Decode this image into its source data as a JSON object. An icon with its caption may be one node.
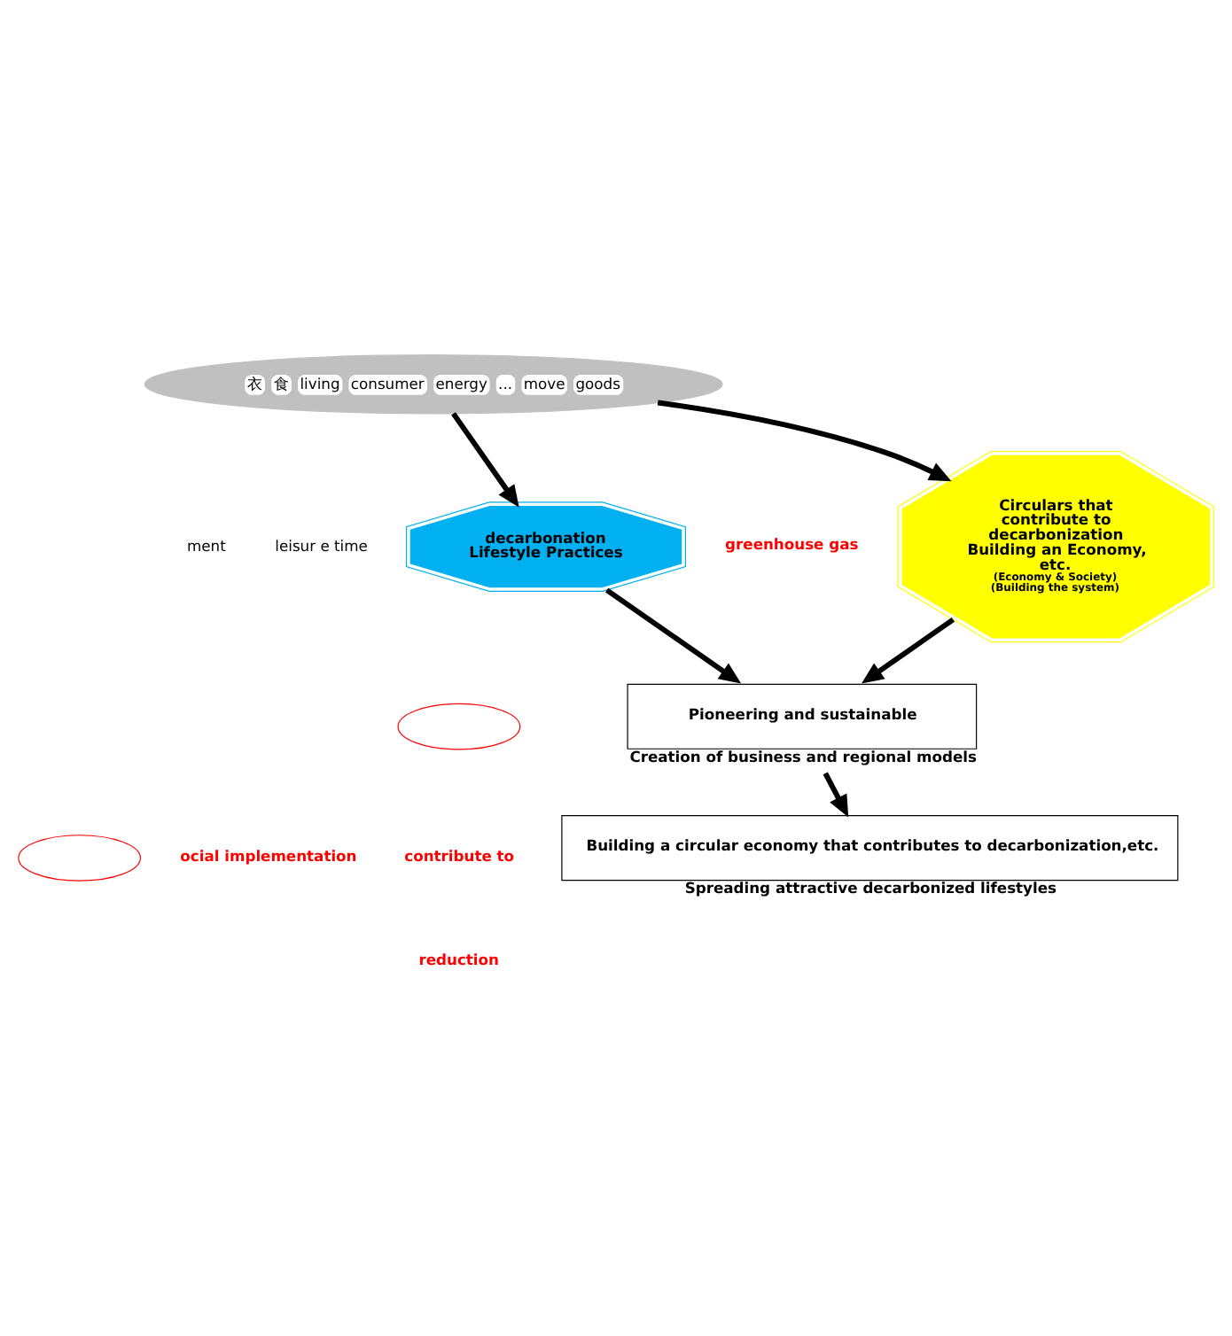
{
  "diagram": {
    "nodes": [
      {
        "text": [
          "衣",
          "食",
          "living",
          "consumer",
          "energy",
          "...",
          "move",
          "goods"
        ]
      },
      {
        "text": [
          "decarbonation Lifestyle Practices"
        ]
      },
      {
        "text": [
          "Circulars that contribute to decarbonization Building an Economy, etc.",
          "(Economy & Society)",
          "(Building the system)"
        ]
      },
      {
        "text": [],
        "shape": "ellipse"
      },
      {
        "text": [
          "Pioneering and sustainable"
        ],
        "beside": [
          "Creation of business and regional models"
        ]
      },
      {
        "text": [],
        "shape": "ellipse"
      },
      {
        "text": [
          "Building a circular economy that contributes to decarbonization,etc."
        ],
        "beside": [
          "Spreading attractive decarbonized lifestyles"
        ]
      }
    ],
    "edges": [
      {
        "from": 0,
        "to": 1,
        "arrow": "to"
      },
      {
        "from": 0,
        "to": 2,
        "arrow": "to"
      },
      {
        "from": 1,
        "to": 4,
        "arrow": "to"
      },
      {
        "from": 2,
        "to": 4,
        "arrow": "to"
      },
      {
        "from": 4,
        "to": 6,
        "arrow": "to"
      }
    ],
    "labels": [
      "ment",
      "leisur e time",
      "greenhouse gas",
      "contribute to",
      "reduction",
      "ocial implementation"
    ]
  }
}
